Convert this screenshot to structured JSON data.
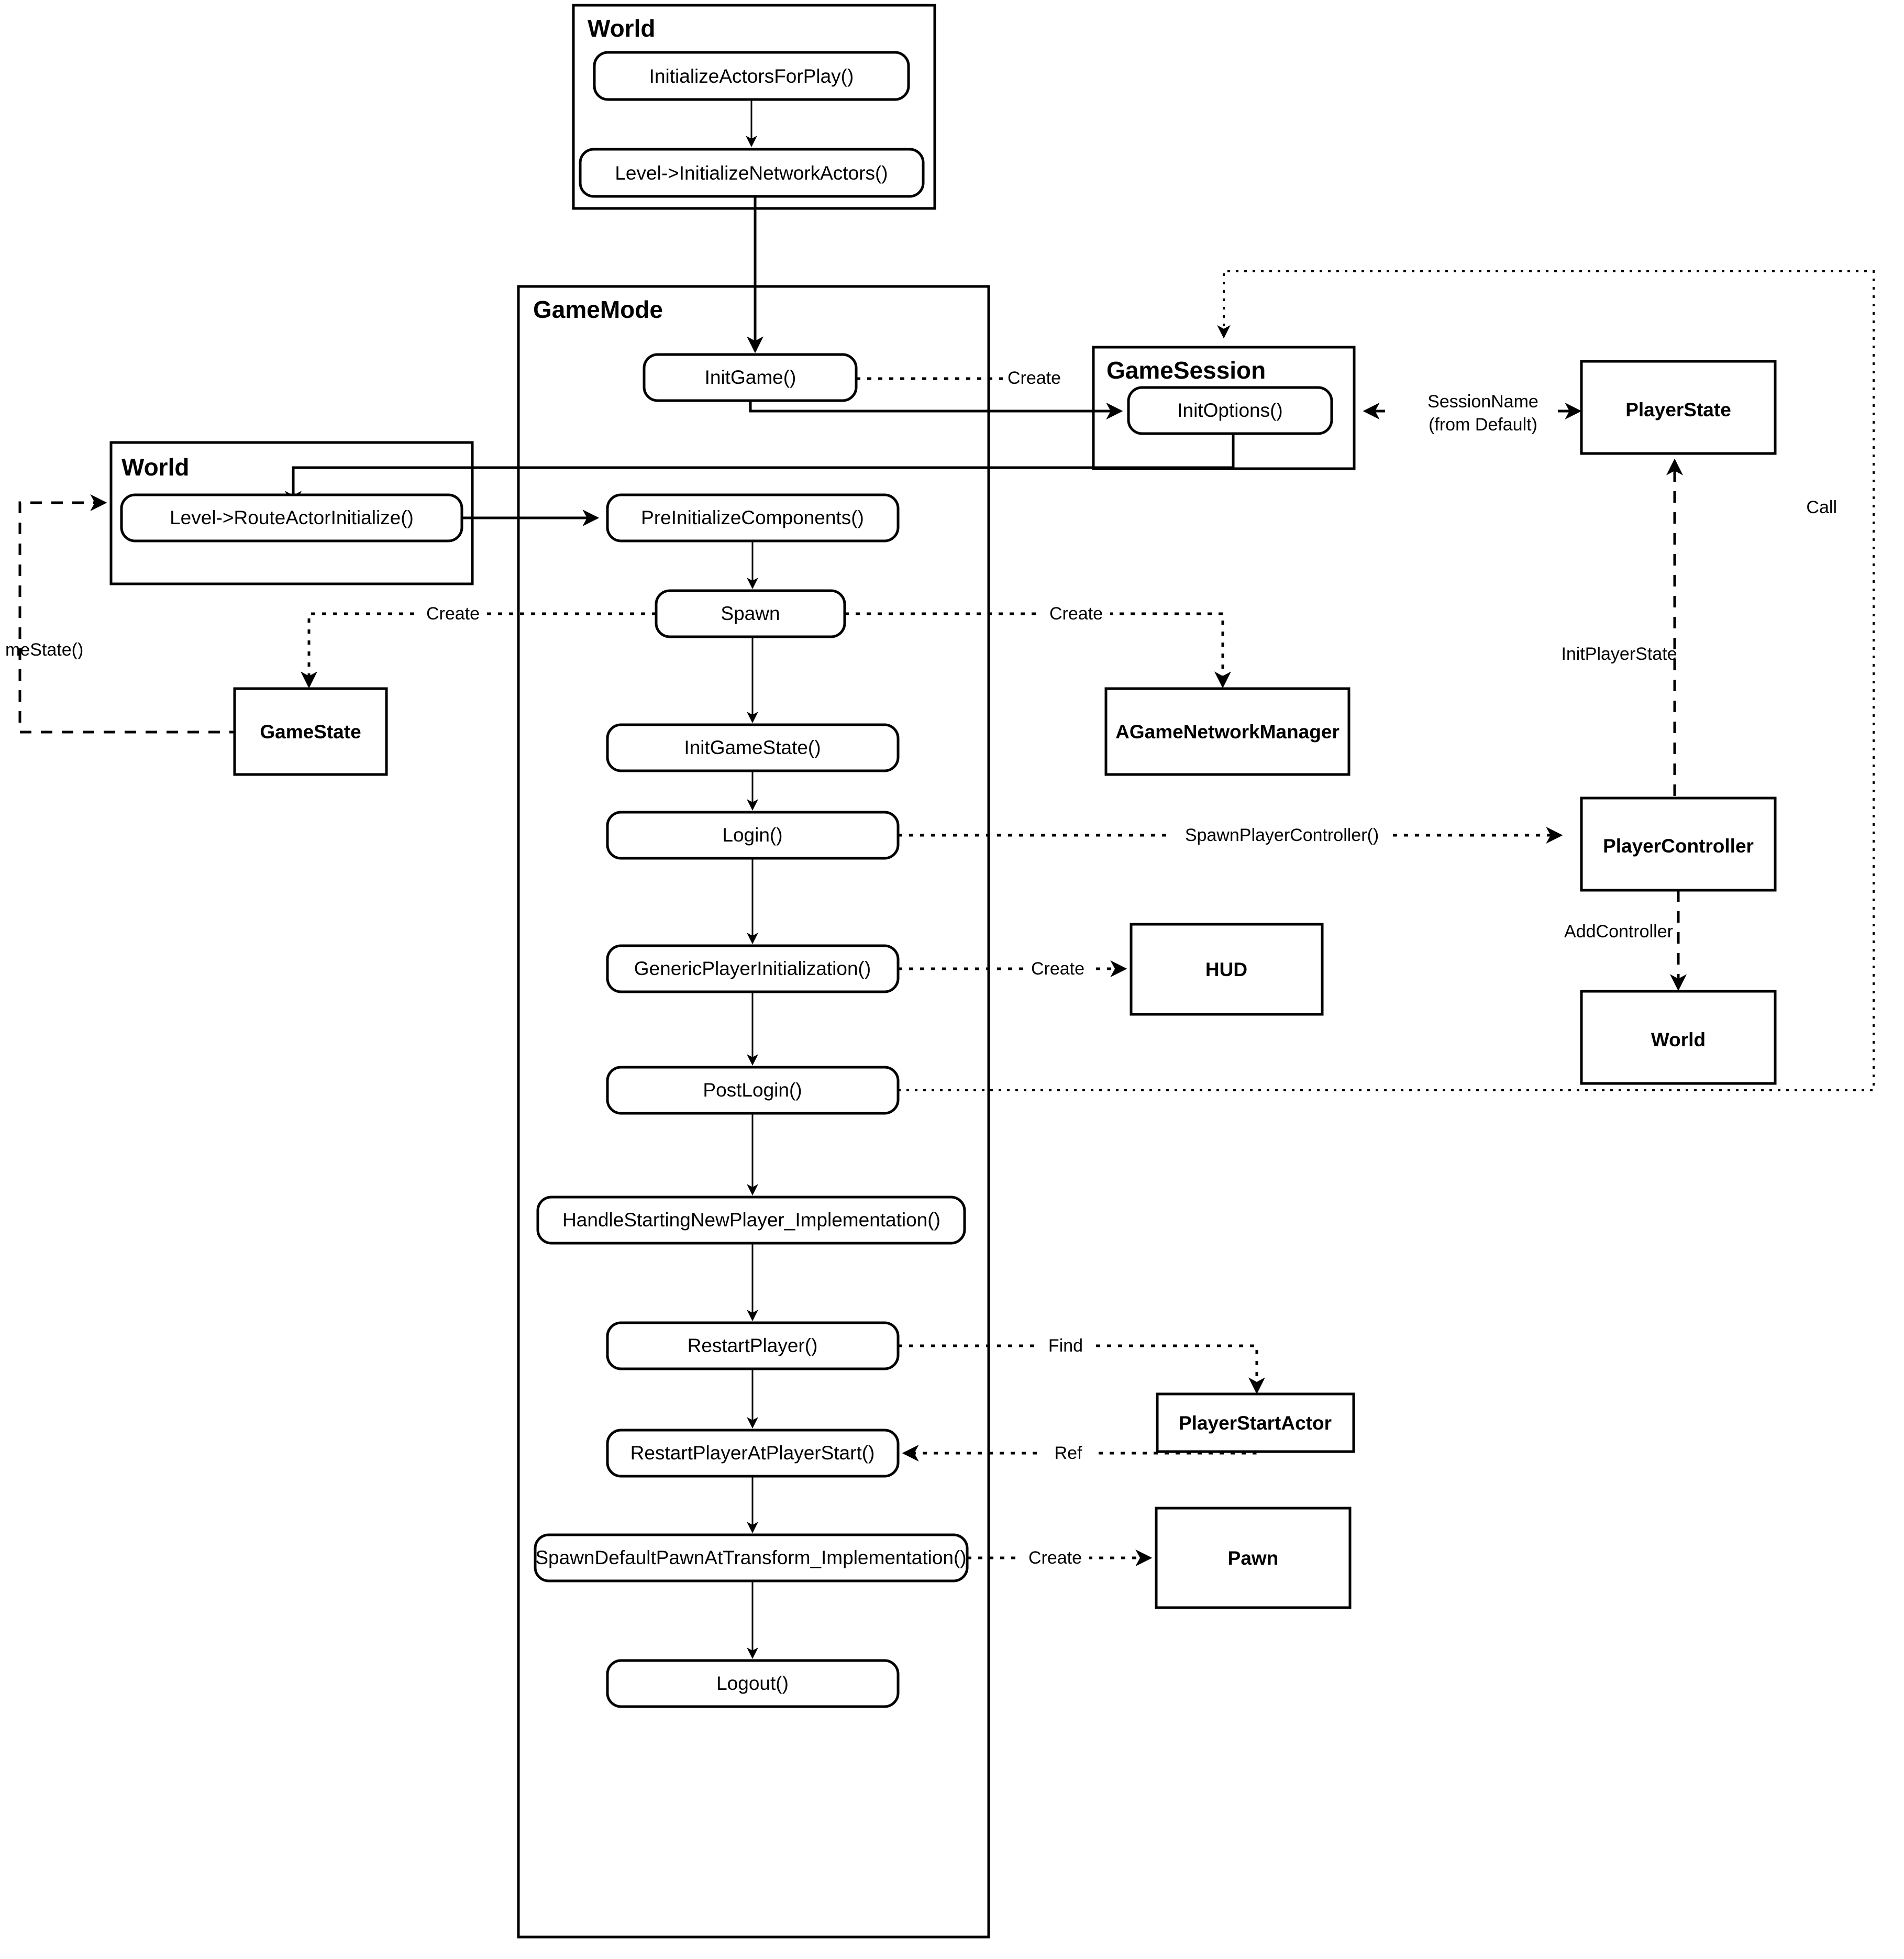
{
  "diagram": {
    "title": "Unreal Engine GameMode initialization flow",
    "containers": [
      {
        "id": "world-top",
        "label": "World"
      },
      {
        "id": "gamemode",
        "label": "GameMode"
      },
      {
        "id": "world-left",
        "label": "World"
      },
      {
        "id": "gamesession",
        "label": "GameSession"
      }
    ],
    "nodes": {
      "initialize_actors_for_play": "InitializeActorsForPlay()",
      "level_initialize_network_actors": "Level->InitializeNetworkActors()",
      "init_game": "InitGame()",
      "init_options": "InitOptions()",
      "level_route_actor_initialize": "Level->RouteActorInitialize()",
      "pre_initialize_components": "PreInitializeComponents()",
      "spawn": "Spawn",
      "init_game_state": "InitGameState()",
      "login": "Login()",
      "generic_player_initialization": "GenericPlayerInitialization()",
      "post_login": "PostLogin()",
      "handle_starting_new_player": "HandleStartingNewPlayer_Implementation()",
      "restart_player": "RestartPlayer()",
      "restart_player_at_player_start": "RestartPlayerAtPlayerStart()",
      "spawn_default_pawn": "SpawnDefaultPawnAtTransform_Implementation()",
      "logout": "Logout()",
      "game_state": "GameState",
      "agame_network_manager": "AGameNetworkManager",
      "player_state": "PlayerState",
      "player_controller": "PlayerController",
      "hud": "HUD",
      "world_right": "World",
      "player_start_actor": "PlayerStartActor",
      "pawn": "Pawn"
    },
    "edge_labels": {
      "create_gamesession": "Create",
      "session_name_line1": "SessionName",
      "session_name_line2": "(from Default)",
      "call": "Call",
      "me_state": "meState()",
      "create_gamestate": "Create",
      "create_network_manager": "Create",
      "init_player_state": "InitPlayerState",
      "spawn_player_controller": "SpawnPlayerController()",
      "add_controller": "AddController",
      "create_hud": "Create",
      "find_player_start": "Find",
      "ref_player_start": "Ref",
      "create_pawn": "Create"
    },
    "colors": {
      "stroke": "#000000",
      "fill": "#ffffff"
    }
  }
}
